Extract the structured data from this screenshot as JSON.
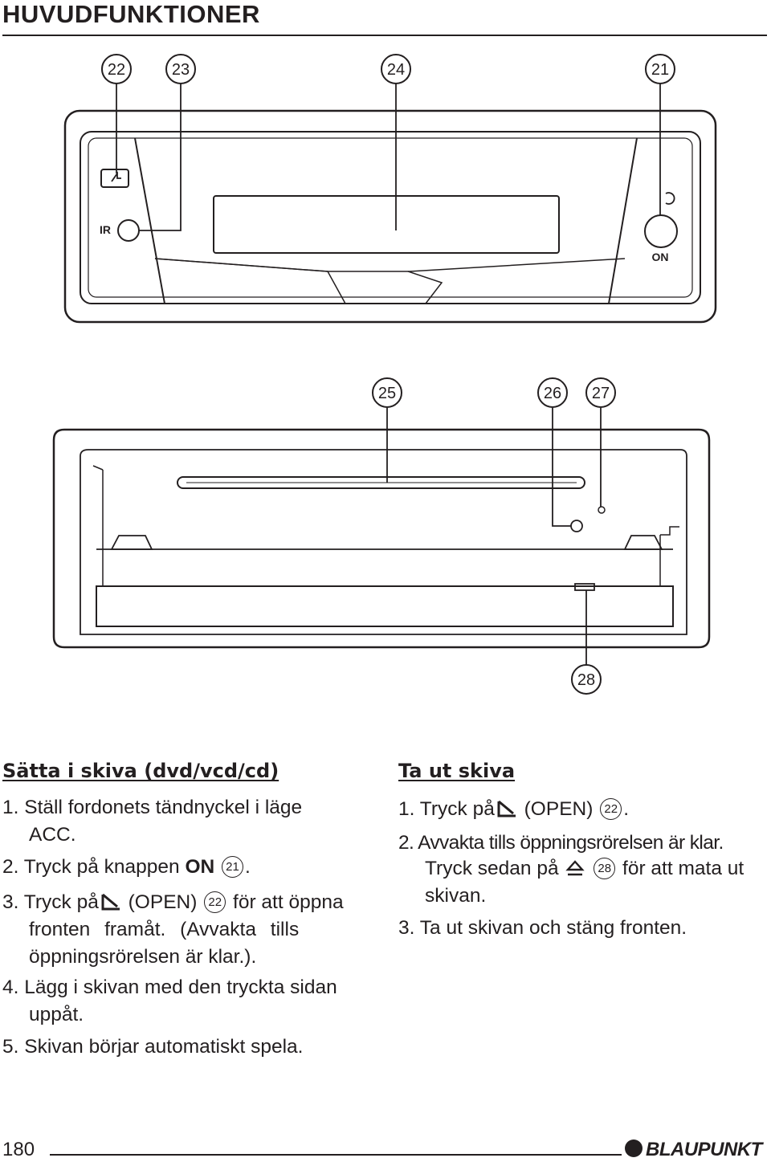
{
  "page_title": "HUVUDFUNKTIONER",
  "figure_labels": {
    "c22": "22",
    "c23": "23",
    "c24": "24",
    "c21": "21",
    "c25": "25",
    "c26": "26",
    "c27": "27",
    "c28": "28",
    "ir": "IR",
    "on": "ON"
  },
  "insert_section": {
    "heading": "Sätta i skiva (dvd/vcd/cd)",
    "s1_a": "1. Ställ fordonets tändnyckel i läge",
    "s1_b": "ACC.",
    "s2_a": "2. Tryck på knappen",
    "s2_on": "ON",
    "s2_ref": "21",
    "s2_end": ".",
    "s3_a": "3. Tryck på",
    "s3_open": "(OPEN)",
    "s3_ref": "22",
    "s3_b": "för att öppna",
    "s3_c": "fronten framåt. (Avvakta tills",
    "s3_d": "öppningsrörelsen är klar.).",
    "s4_a": "4. Lägg i skivan med den tryckta sidan",
    "s4_b": "uppåt.",
    "s5": "5. Skivan börjar automatiskt spela."
  },
  "eject_section": {
    "heading": "Ta ut skiva",
    "s1_a": "1. Tryck på",
    "s1_open": "(OPEN)",
    "s1_ref": "22",
    "s1_end": ".",
    "s2_a": "2. Avvakta tills öppningsrörelsen är klar.",
    "s2_b": "Tryck sedan på",
    "s2_ref": "28",
    "s2_c": "för att mata ut",
    "s2_d": "skivan.",
    "s3": "3. Ta ut skivan och stäng fronten."
  },
  "footer": {
    "page_number": "180",
    "brand": "BLAUPUNKT"
  },
  "icons": [
    "open-icon",
    "eject-icon",
    "blaupunkt-dot-icon"
  ]
}
